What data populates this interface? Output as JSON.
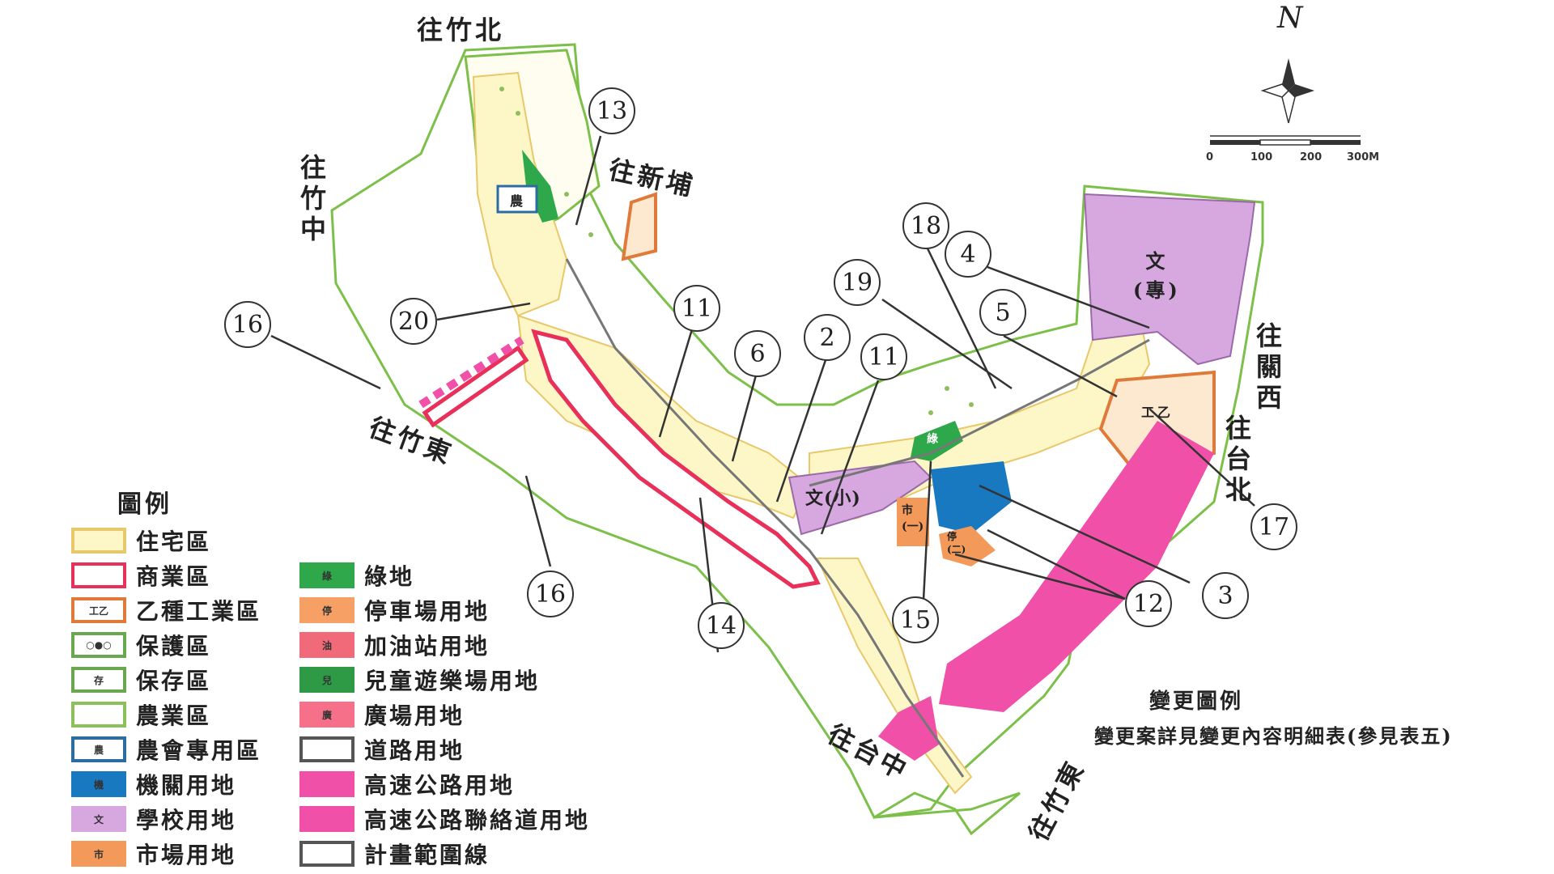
{
  "directions": {
    "to_zhubei": "往竹北",
    "to_zhuzhong": "往竹中",
    "to_xinpu": "往新埔",
    "to_zhudong_left": "往竹東",
    "to_guanxi": "往關西",
    "to_taibei": "往台北",
    "to_taizhong": "往台中",
    "to_zhudong_bottom": "往竹東"
  },
  "compass": {
    "north": "N"
  },
  "scale": {
    "t0": "0",
    "t1": "100",
    "t2": "200",
    "t3": "300M"
  },
  "zone_marks": {
    "school_college": "文\n(專)",
    "school_elementary": "文(小)",
    "industrial_e": "工乙",
    "market": "市\n(一)",
    "parking": "停\n(二)",
    "farm_assoc": "農",
    "green": "綠"
  },
  "callouts": [
    "13",
    "20",
    "16",
    "16",
    "11",
    "6",
    "2",
    "11",
    "14",
    "19",
    "18",
    "4",
    "5",
    "15",
    "12",
    "3",
    "17"
  ],
  "legend": {
    "title": "圖例",
    "items_left": [
      {
        "label": "住宅區",
        "mark": "",
        "color": "#fdf7c8",
        "border": "#e8c86a"
      },
      {
        "label": "商業區",
        "mark": "",
        "color": "#ffffff",
        "border": "#e8305a"
      },
      {
        "label": "乙種工業區",
        "mark": "工乙",
        "color": "#ffffff",
        "border": "#e07a3a"
      },
      {
        "label": "保護區",
        "mark": "○●○",
        "color": "#ffffff",
        "border": "#6aa84f"
      },
      {
        "label": "保存區",
        "mark": "存",
        "color": "#ffffff",
        "border": "#6aa84f"
      },
      {
        "label": "農業區",
        "mark": "",
        "color": "#ffffff",
        "border": "#8cc05a"
      },
      {
        "label": "農會專用區",
        "mark": "農",
        "color": "#ffffff",
        "border": "#2b6ca3"
      },
      {
        "label": "機關用地",
        "mark": "機",
        "color": "#1878c0",
        "border": "#1878c0"
      },
      {
        "label": "學校用地",
        "mark": "文",
        "color": "#d7a8e0",
        "border": "#d7a8e0"
      },
      {
        "label": "市場用地",
        "mark": "市",
        "color": "#f39a5a",
        "border": "#f39a5a"
      }
    ],
    "items_right": [
      {
        "label": "綠地",
        "mark": "綠",
        "color": "#2ea84a",
        "border": "#2ea84a"
      },
      {
        "label": "停車場用地",
        "mark": "停",
        "color": "#f6a066",
        "border": "#f6a066"
      },
      {
        "label": "加油站用地",
        "mark": "油",
        "color": "#f06a7a",
        "border": "#f06a7a"
      },
      {
        "label": "兒童遊樂場用地",
        "mark": "兒",
        "color": "#2e9a46",
        "border": "#2e9a46"
      },
      {
        "label": "廣場用地",
        "mark": "廣",
        "color": "#f6708a",
        "border": "#f6708a"
      },
      {
        "label": "道路用地",
        "mark": "",
        "color": "#ffffff",
        "border": "#555555"
      },
      {
        "label": "高速公路用地",
        "mark": "",
        "color": "#f050a8",
        "border": "#f050a8"
      },
      {
        "label": "高速公路聯絡道用地",
        "mark": "",
        "color": "#f050a8",
        "border": "#f050a8"
      },
      {
        "label": "計畫範圍線",
        "mark": "",
        "color": "#ffffff",
        "border": "#555555"
      }
    ]
  },
  "change_legend": {
    "title": "變更圖例",
    "note": "變更案詳見變更內容明細表(參見表五)"
  },
  "colors": {
    "residential": "#fdf7c8",
    "commercial": "#e8305a",
    "agri_line": "#7cc04a",
    "school": "#d7a8e0",
    "highway": "#f050a8",
    "govt": "#1878c0",
    "green": "#2ea84a"
  }
}
